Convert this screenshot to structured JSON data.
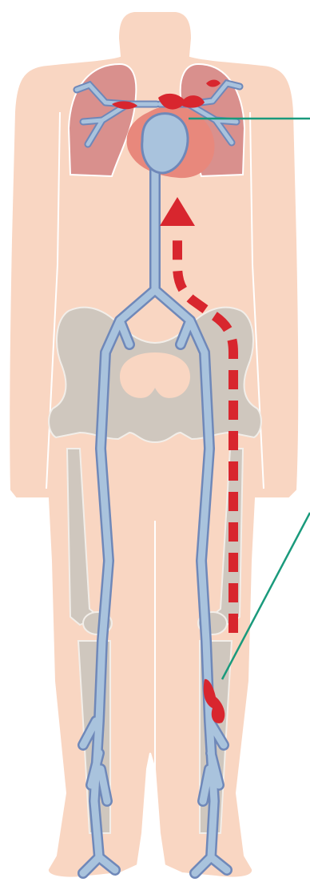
{
  "diagram": {
    "subject": "venous-blood-clot-path",
    "colors": {
      "background": "#ffffff",
      "skin": "#f9d6c2",
      "skin_outline": "#ffffff",
      "bone": "#cfc7be",
      "bone_outline": "#f2eee9",
      "lung": "#d9908d",
      "lung_inner": "#c98283",
      "heart": "#e8887c",
      "vein_fill": "#a9c3dd",
      "vein_outline": "#6f88b9",
      "clot": "#d8262e",
      "path_arrow": "#d8262e",
      "callout_line": "#1a9a7c"
    },
    "callouts": [
      {
        "id": "lung-callout",
        "target": "pulmonary-embolism"
      },
      {
        "id": "leg-callout",
        "target": "deep-vein-clot"
      }
    ]
  }
}
